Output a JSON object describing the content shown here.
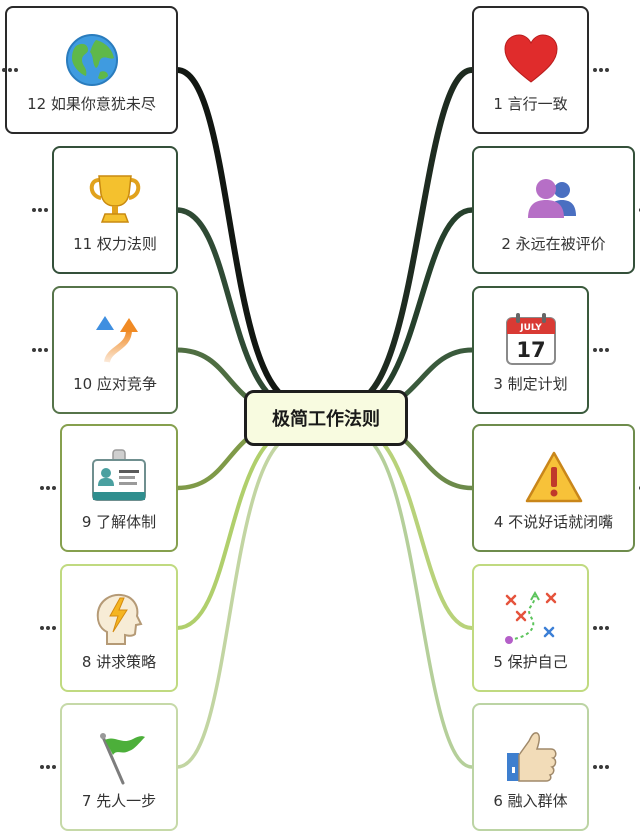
{
  "center": {
    "label": "极简工作法则"
  },
  "nodes": [
    {
      "label": "1 言行一致",
      "icon": "heart-icon"
    },
    {
      "label": "2 永远在被评价",
      "icon": "users-icon"
    },
    {
      "label": "3 制定计划",
      "icon": "calendar-icon",
      "calendar_month": "JULY",
      "calendar_day": "17"
    },
    {
      "label": "4 不说好话就闭嘴",
      "icon": "warning-icon"
    },
    {
      "label": "5 保护自己",
      "icon": "strategy-play-icon"
    },
    {
      "label": "6 融入群体",
      "icon": "thumbs-up-icon"
    },
    {
      "label": "7 先人一步",
      "icon": "flag-icon"
    },
    {
      "label": "8 讲求策略",
      "icon": "head-lightning-icon"
    },
    {
      "label": "9 了解体制",
      "icon": "id-badge-icon"
    },
    {
      "label": "10 应对竞争",
      "icon": "arrows-diverge-icon"
    },
    {
      "label": "11 权力法则",
      "icon": "trophy-icon"
    },
    {
      "label": "12 如果你意犹未尽",
      "icon": "globe-icon"
    }
  ],
  "colors": {
    "branch_right": [
      "#1e2b20",
      "#26402c",
      "#3a5a3c",
      "#6c8a4a",
      "#b8d27a",
      "#b5cf9a"
    ],
    "branch_left": [
      "#c2d5a2",
      "#b0cf6c",
      "#7f9a48",
      "#4f6e42",
      "#2f4a34",
      "#121712"
    ],
    "border_right": [
      "#2a2a2a",
      "#34503a",
      "#3a5a3c",
      "#6e8c4c",
      "#c0da80",
      "#bcd4a4"
    ],
    "border_left": [
      "#c6d9a8",
      "#c0da80",
      "#86a04e",
      "#56744a",
      "#34503a",
      "#2a2a2a"
    ],
    "center_fill": "#f8fbe0"
  }
}
